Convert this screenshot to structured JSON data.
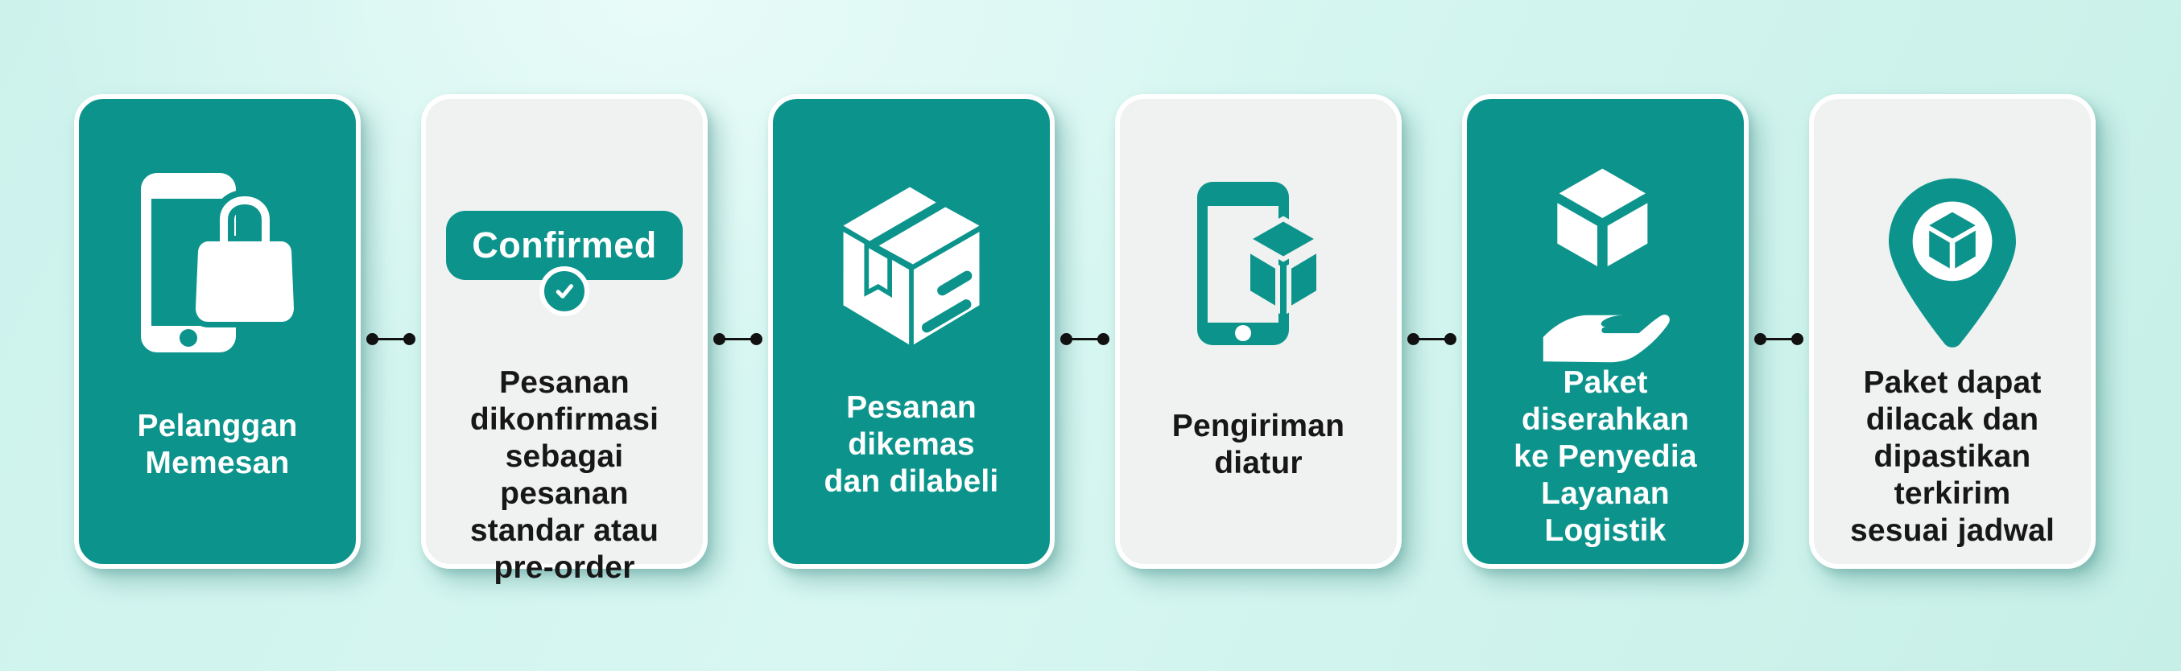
{
  "colors": {
    "teal": "#0c948c",
    "card_light": "#f0f2f1",
    "background_mint": "#cdf2ec",
    "text_on_teal": "#ffffff",
    "text_on_light": "#171717",
    "connector": "#111111"
  },
  "connector": {
    "style": "line-with-end-dots",
    "count": 5
  },
  "steps": [
    {
      "variant": "teal",
      "icon": "phone-shopping-bag-icon",
      "label": "Pelanggan Memesan",
      "label_lines": [
        "Pelanggan",
        "Memesan"
      ]
    },
    {
      "variant": "light",
      "icon": "confirmed-badge-icon",
      "badge_text": "Confirmed",
      "badge_check_icon": "check-circle-icon",
      "label": "Pesanan dikonfirmasi sebagai pesanan standar atau pre-order",
      "label_lines": [
        "Pesanan",
        "dikonfirmasi",
        "sebagai pesanan",
        "standar atau",
        "pre-order"
      ]
    },
    {
      "variant": "teal",
      "icon": "package-box-icon",
      "label": "Pesanan dikemas dan dilabeli",
      "label_lines": [
        "Pesanan dikemas",
        "dan dilabeli"
      ]
    },
    {
      "variant": "light",
      "icon": "phone-cube-icon",
      "label": "Pengiriman diatur",
      "label_lines": [
        "Pengiriman",
        "diatur"
      ]
    },
    {
      "variant": "teal",
      "icon": "hand-holding-cube-icon",
      "label": "Paket diserahkan ke Penyedia Layanan Logistik",
      "label_lines": [
        "Paket diserahkan",
        "ke Penyedia",
        "Layanan Logistik"
      ]
    },
    {
      "variant": "light",
      "icon": "location-pin-cube-icon",
      "label": "Paket dapat dilacak dan dipastikan terkirim sesuai jadwal",
      "label_lines": [
        "Paket dapat",
        "dilacak dan",
        "dipastikan terkirim",
        "sesuai jadwal"
      ]
    }
  ],
  "layout": {
    "card_lefts": [
      92,
      523,
      954,
      1385,
      1816,
      2247
    ],
    "connector_lefts": [
      455,
      886,
      1317,
      1748,
      2179
    ]
  }
}
